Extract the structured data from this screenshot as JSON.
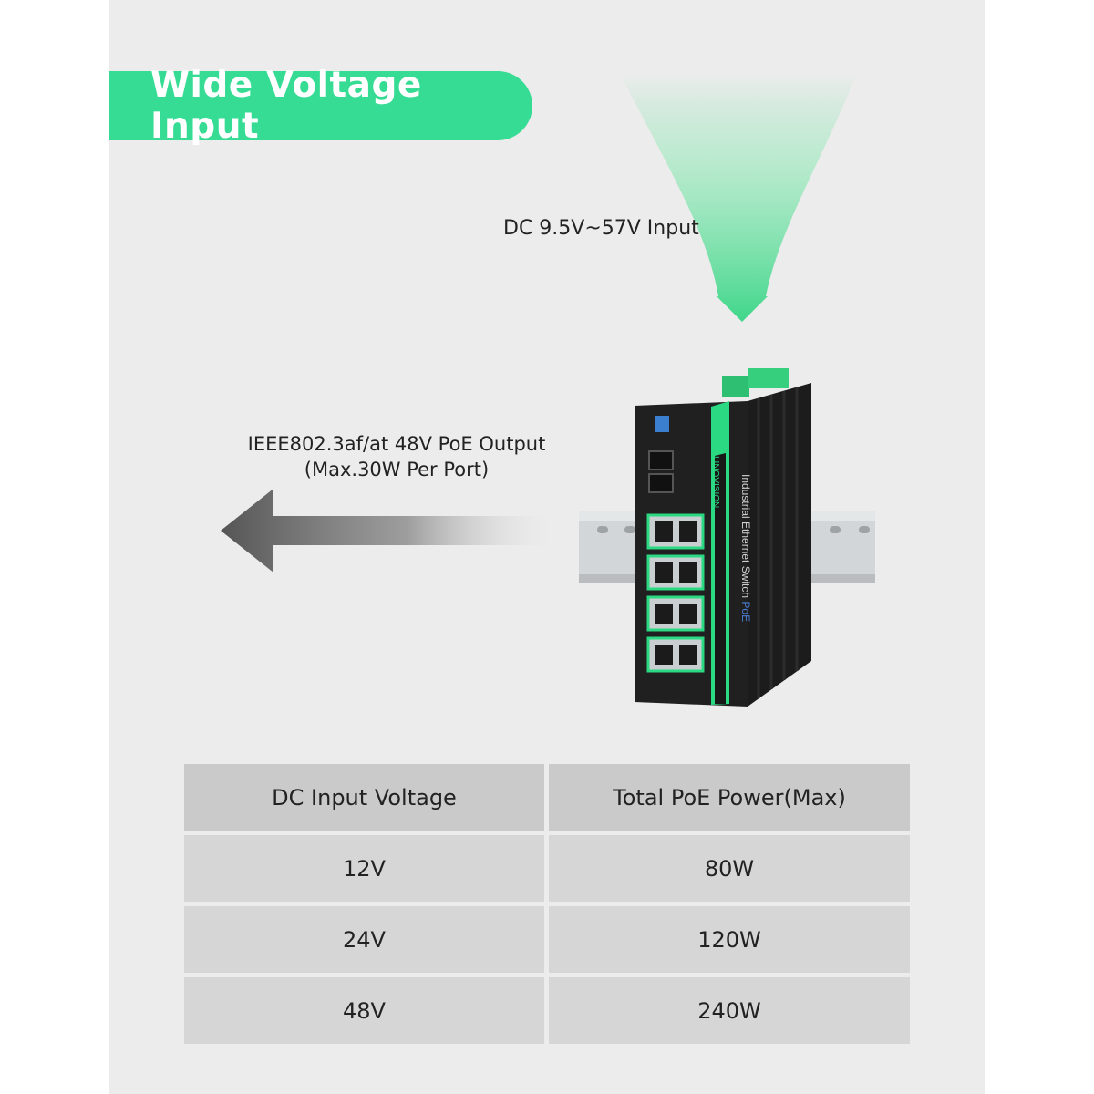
{
  "header": {
    "title": "Wide Voltage Input"
  },
  "input": {
    "label": "DC 9.5V~57V Input"
  },
  "output": {
    "line1": "IEEE802.3af/at 48V PoE Output",
    "line2": "(Max.30W Per Port)"
  },
  "device": {
    "brand": "LINOVISION",
    "side_text": "Industrial Ethernet Switch",
    "side_suffix": "PoE"
  },
  "table": {
    "headers": [
      "DC Input Voltage",
      "Total PoE Power(Max)"
    ],
    "rows": [
      [
        "12V",
        "80W"
      ],
      [
        "24V",
        "120W"
      ],
      [
        "48V",
        "240W"
      ]
    ]
  },
  "colors": {
    "accent": "#36dc94",
    "panel_bg": "#ececec",
    "header_cell": "#cacaca",
    "body_cell": "#d6d6d6"
  }
}
